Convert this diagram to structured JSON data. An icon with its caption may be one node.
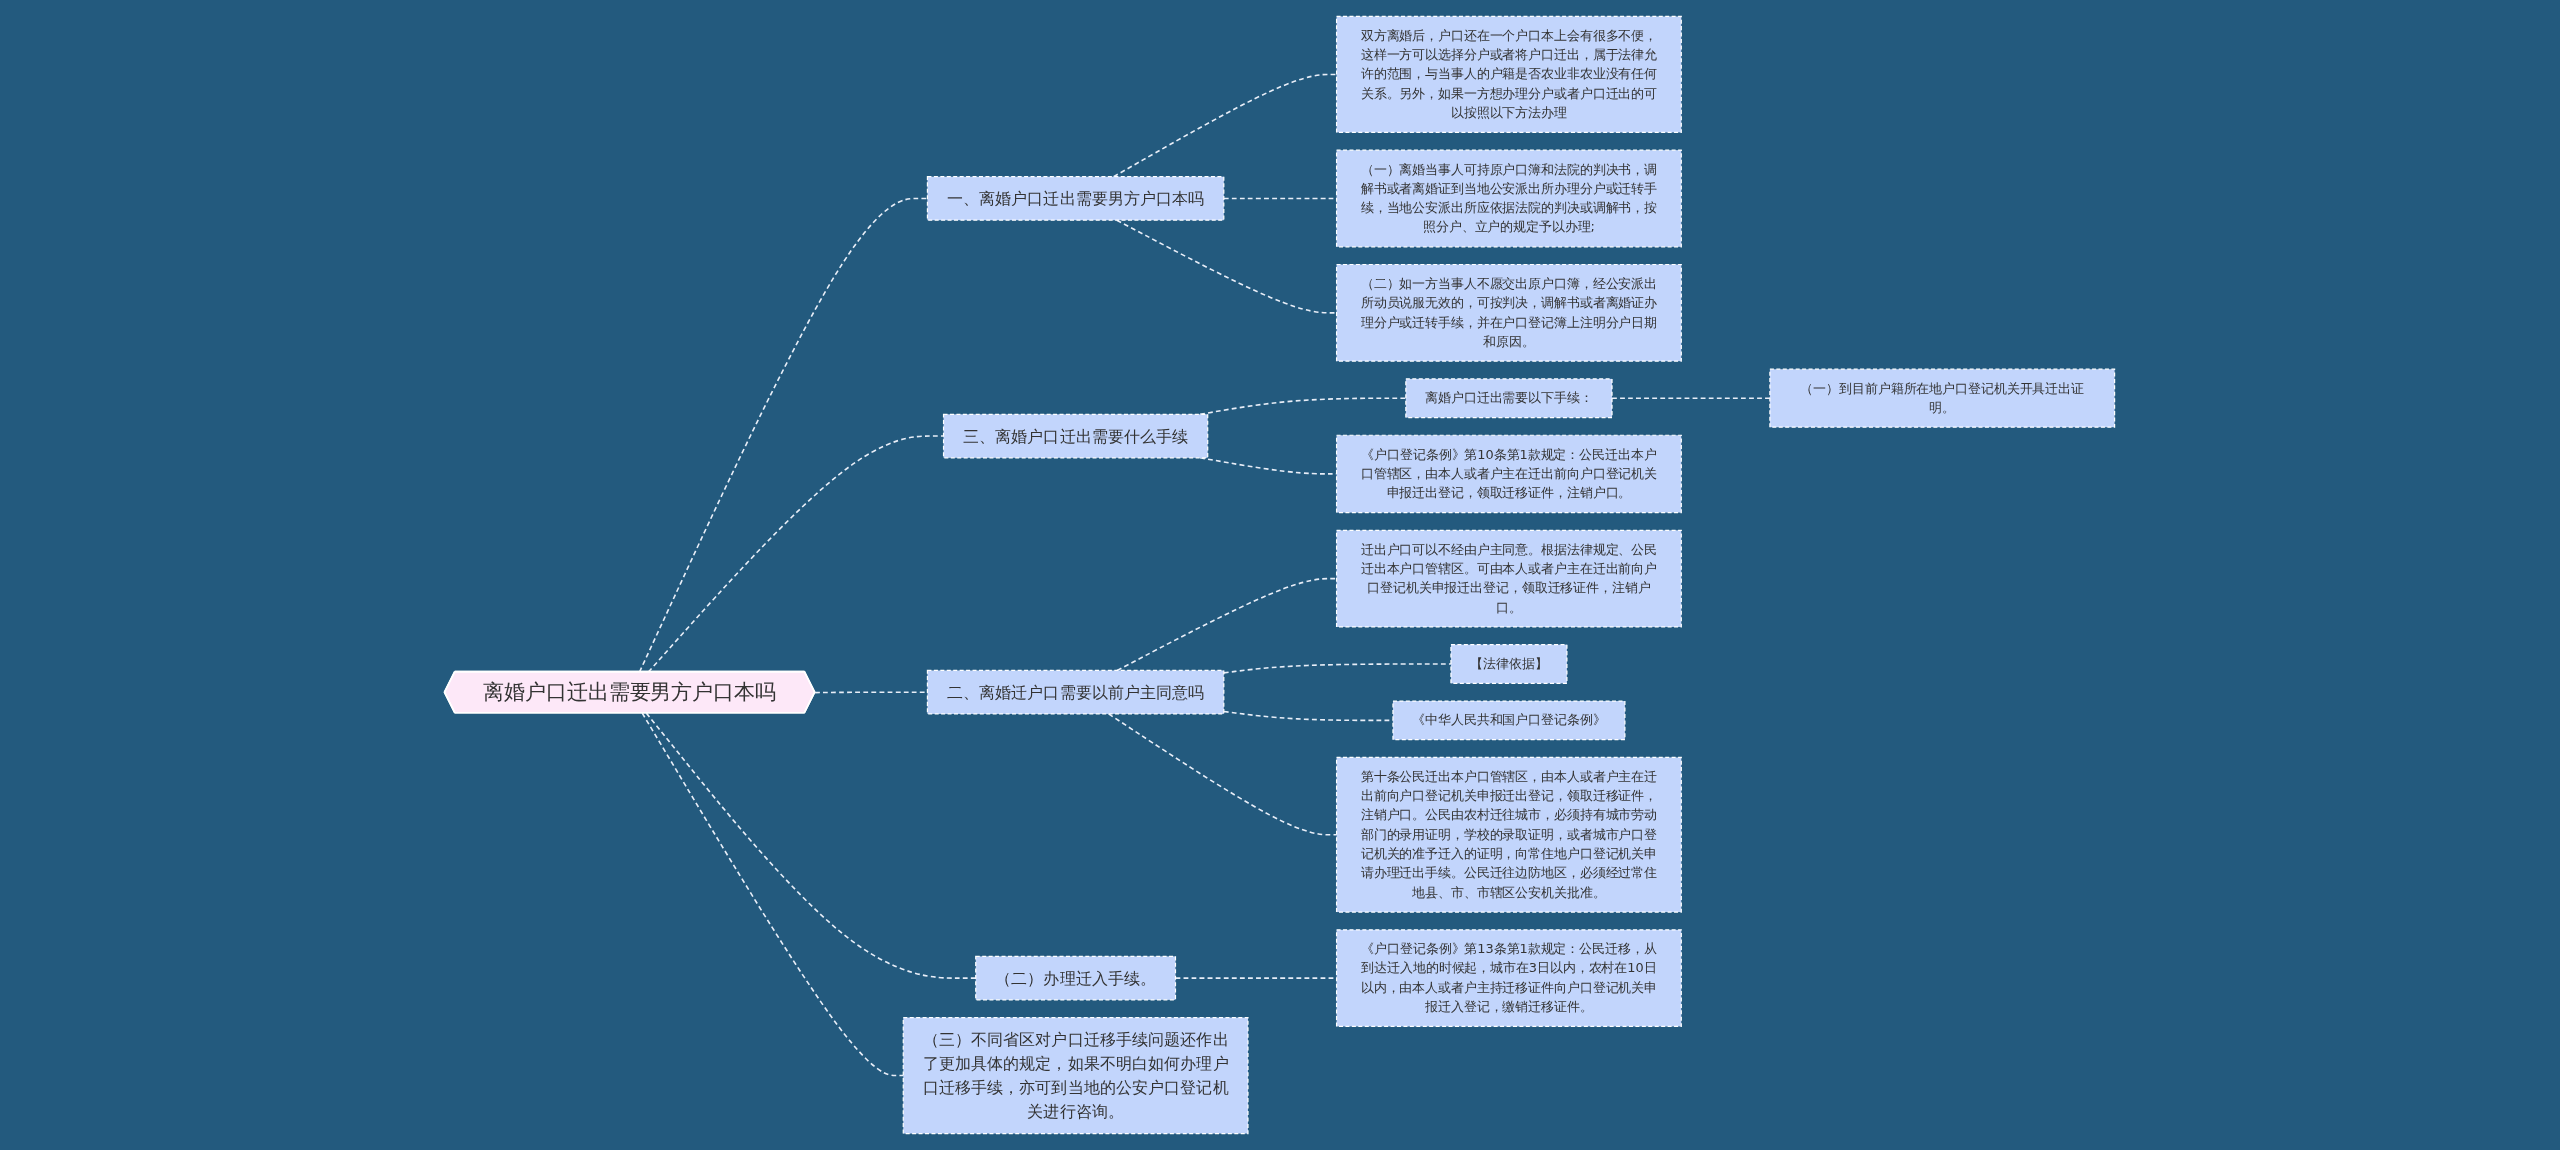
{
  "diagram": {
    "nodes": [
      {
        "text": [
          "离婚户口迁出需要男方户口本吗"
        ]
      },
      {
        "text": [
          "一、离婚户口迁出需要男方户口本吗"
        ]
      },
      {
        "text": [
          "双方离婚后，户口还在一个户口本上会有很多不便，这样一方可以选择分户或者将户口迁出，属于法律允许的范围，与当事人的户籍是否农业非农业没有任何关系。另外，如果一方想办理分户或者户口迁出的可以按照以下方法办理"
        ]
      },
      {
        "text": [
          "（一）离婚当事人可持原户口簿和法院的判决书，调解书或者离婚证到当地公安派出所办理分户或迁转手续，当地公安派出所应依据法院的判决或调解书，按照分户、立户的规定予以办理;"
        ]
      },
      {
        "text": [
          "（二）如一方当事人不愿交出原户口簿，经公安派出所动员说服无效的，可按判决，调解书或者离婚证办理分户或迁转手续，并在户口登记簿上注明分户日期和原因。"
        ]
      },
      {
        "text": [
          "三、离婚户口迁出需要什么手续"
        ]
      },
      {
        "text": [
          "离婚户口迁出需要以下手续："
        ]
      },
      {
        "text": [
          "（一）到目前户籍所在地户口登记机关开具迁出证明。"
        ]
      },
      {
        "text": [
          "《户口登记条例》第10条第1款规定：公民迁出本户口管辖区，由本人或者户主在迁出前向户口登记机关申报迁出登记，领取迁移证件，注销户口。"
        ]
      },
      {
        "text": [
          "（三）不同省区对户口迁移手续问题还作出了更加具体的规定，如果不明白如何办理户口迁移手续，亦可到当地的公安户口登记机关进行咨询。"
        ]
      },
      {
        "text": [
          "二、离婚迁户口需要以前户主同意吗"
        ]
      },
      {
        "text": [
          "迁出户口可以不经由户主同意。根据法律规定、公民迁出本户口管辖区。可由本人或者户主在迁出前向户口登记机关申报迁出登记，领取迁移证件，注销户口。"
        ]
      },
      {
        "text": [
          "【法律依据】"
        ]
      },
      {
        "text": [
          "《中华人民共和国户口登记条例》"
        ]
      },
      {
        "text": [
          "第十条公民迁出本户口管辖区，由本人或者户主在迁出前向户口登记机关申报迁出登记，领取迁移证件，注销户口。公民由农村迁往城市，必须持有城市劳动部门的录用证明，学校的录取证明，或者城市户口登记机关的准予迁入的证明，向常住地户口登记机关申请办理迁出手续。公民迁往边防地区，必须经过常住地县、市、市辖区公安机关批准。"
        ]
      },
      {
        "text": [
          "（二）办理迁入手续。"
        ]
      },
      {
        "text": [
          "《户口登记条例》第13条第1款规定：公民迁移，从到达迁入地的时候起，城市在3日以内，农村在10日以内，由本人或者户主持迁移证件向户口登记机关申报迁入登记，缴销迁移证件。"
        ]
      }
    ],
    "edges": [
      {
        "from": 0,
        "to": 1,
        "arrow": "none",
        "style": "dashed"
      },
      {
        "from": 1,
        "to": 2,
        "arrow": "none",
        "style": "dashed"
      },
      {
        "from": 1,
        "to": 3,
        "arrow": "none",
        "style": "dashed"
      },
      {
        "from": 1,
        "to": 4,
        "arrow": "none",
        "style": "dashed"
      },
      {
        "from": 0,
        "to": 5,
        "arrow": "none",
        "style": "dashed"
      },
      {
        "from": 5,
        "to": 6,
        "arrow": "none",
        "style": "dashed"
      },
      {
        "from": 6,
        "to": 7,
        "arrow": "none",
        "style": "dashed"
      },
      {
        "from": 5,
        "to": 8,
        "arrow": "none",
        "style": "dashed"
      },
      {
        "from": 0,
        "to": 9,
        "arrow": "none",
        "style": "dashed"
      },
      {
        "from": 0,
        "to": 10,
        "arrow": "none",
        "style": "dashed"
      },
      {
        "from": 10,
        "to": 11,
        "arrow": "none",
        "style": "dashed"
      },
      {
        "from": 10,
        "to": 12,
        "arrow": "none",
        "style": "dashed"
      },
      {
        "from": 10,
        "to": 13,
        "arrow": "none",
        "style": "dashed"
      },
      {
        "from": 10,
        "to": 14,
        "arrow": "none",
        "style": "dashed"
      },
      {
        "from": 0,
        "to": 15,
        "arrow": "none",
        "style": "dashed"
      },
      {
        "from": 15,
        "to": 16,
        "arrow": "none",
        "style": "dashed"
      }
    ]
  }
}
